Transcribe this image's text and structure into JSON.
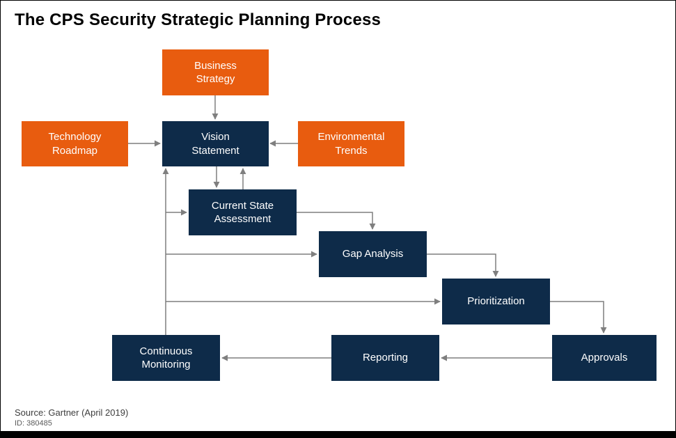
{
  "title": "The CPS Security Strategic Planning Process",
  "footer": {
    "source": "Source: Gartner (April 2019)",
    "doc_id": "ID: 380485"
  },
  "colors": {
    "orange": "#E85C0F",
    "navy": "#0E2B49",
    "arrow": "#7F7F7F"
  },
  "nodes": {
    "business_strategy": {
      "label": "Business\nStrategy"
    },
    "technology_roadmap": {
      "label": "Technology\nRoadmap"
    },
    "vision_statement": {
      "label": "Vision\nStatement"
    },
    "environmental_trends": {
      "label": "Environmental\nTrends"
    },
    "current_state_assessment": {
      "label": "Current State\nAssessment"
    },
    "gap_analysis": {
      "label": "Gap Analysis"
    },
    "prioritization": {
      "label": "Prioritization"
    },
    "approvals": {
      "label": "Approvals"
    },
    "reporting": {
      "label": "Reporting"
    },
    "continuous_monitoring": {
      "label": "Continuous\nMonitoring"
    }
  }
}
